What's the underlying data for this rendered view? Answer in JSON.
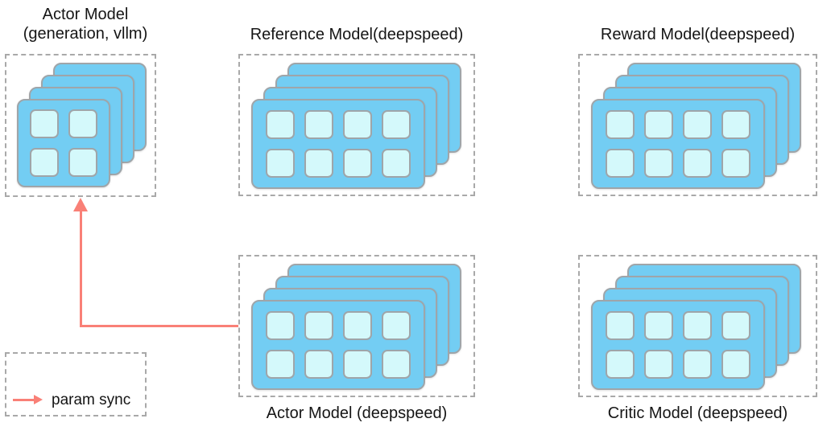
{
  "colors": {
    "card_fill": "#73CDF3",
    "card_border": "#9FA5A9",
    "gpu_fill": "#D4F9FB",
    "gpu_border": "#9FA5A9",
    "box_border": "#A9A9A9",
    "arrow": "#F98077",
    "text": "#151515"
  },
  "nodes": [
    {
      "id": "actor-model-vllm",
      "title": "Actor Model\n(generation, vllm)",
      "label_position": "top",
      "cards": 4,
      "grid": {
        "cols": 2,
        "rows": 2
      }
    },
    {
      "id": "reference-model",
      "title": "Reference Model(deepspeed)",
      "label_position": "top",
      "cards": 4,
      "grid": {
        "cols": 4,
        "rows": 2
      }
    },
    {
      "id": "reward-model",
      "title": "Reward Model(deepspeed)",
      "label_position": "top",
      "cards": 4,
      "grid": {
        "cols": 4,
        "rows": 2
      }
    },
    {
      "id": "actor-model-deepspeed",
      "title": "Actor Model (deepspeed)",
      "label_position": "bottom",
      "cards": 4,
      "grid": {
        "cols": 4,
        "rows": 2
      }
    },
    {
      "id": "critic-model",
      "title": "Critic Model (deepspeed)",
      "label_position": "bottom",
      "cards": 4,
      "grid": {
        "cols": 4,
        "rows": 2
      }
    }
  ],
  "edges": [
    {
      "from": "actor-model-deepspeed",
      "to": "actor-model-vllm",
      "label": "param sync"
    }
  ],
  "legend": {
    "label": "param sync",
    "symbol": "arrow-right"
  }
}
